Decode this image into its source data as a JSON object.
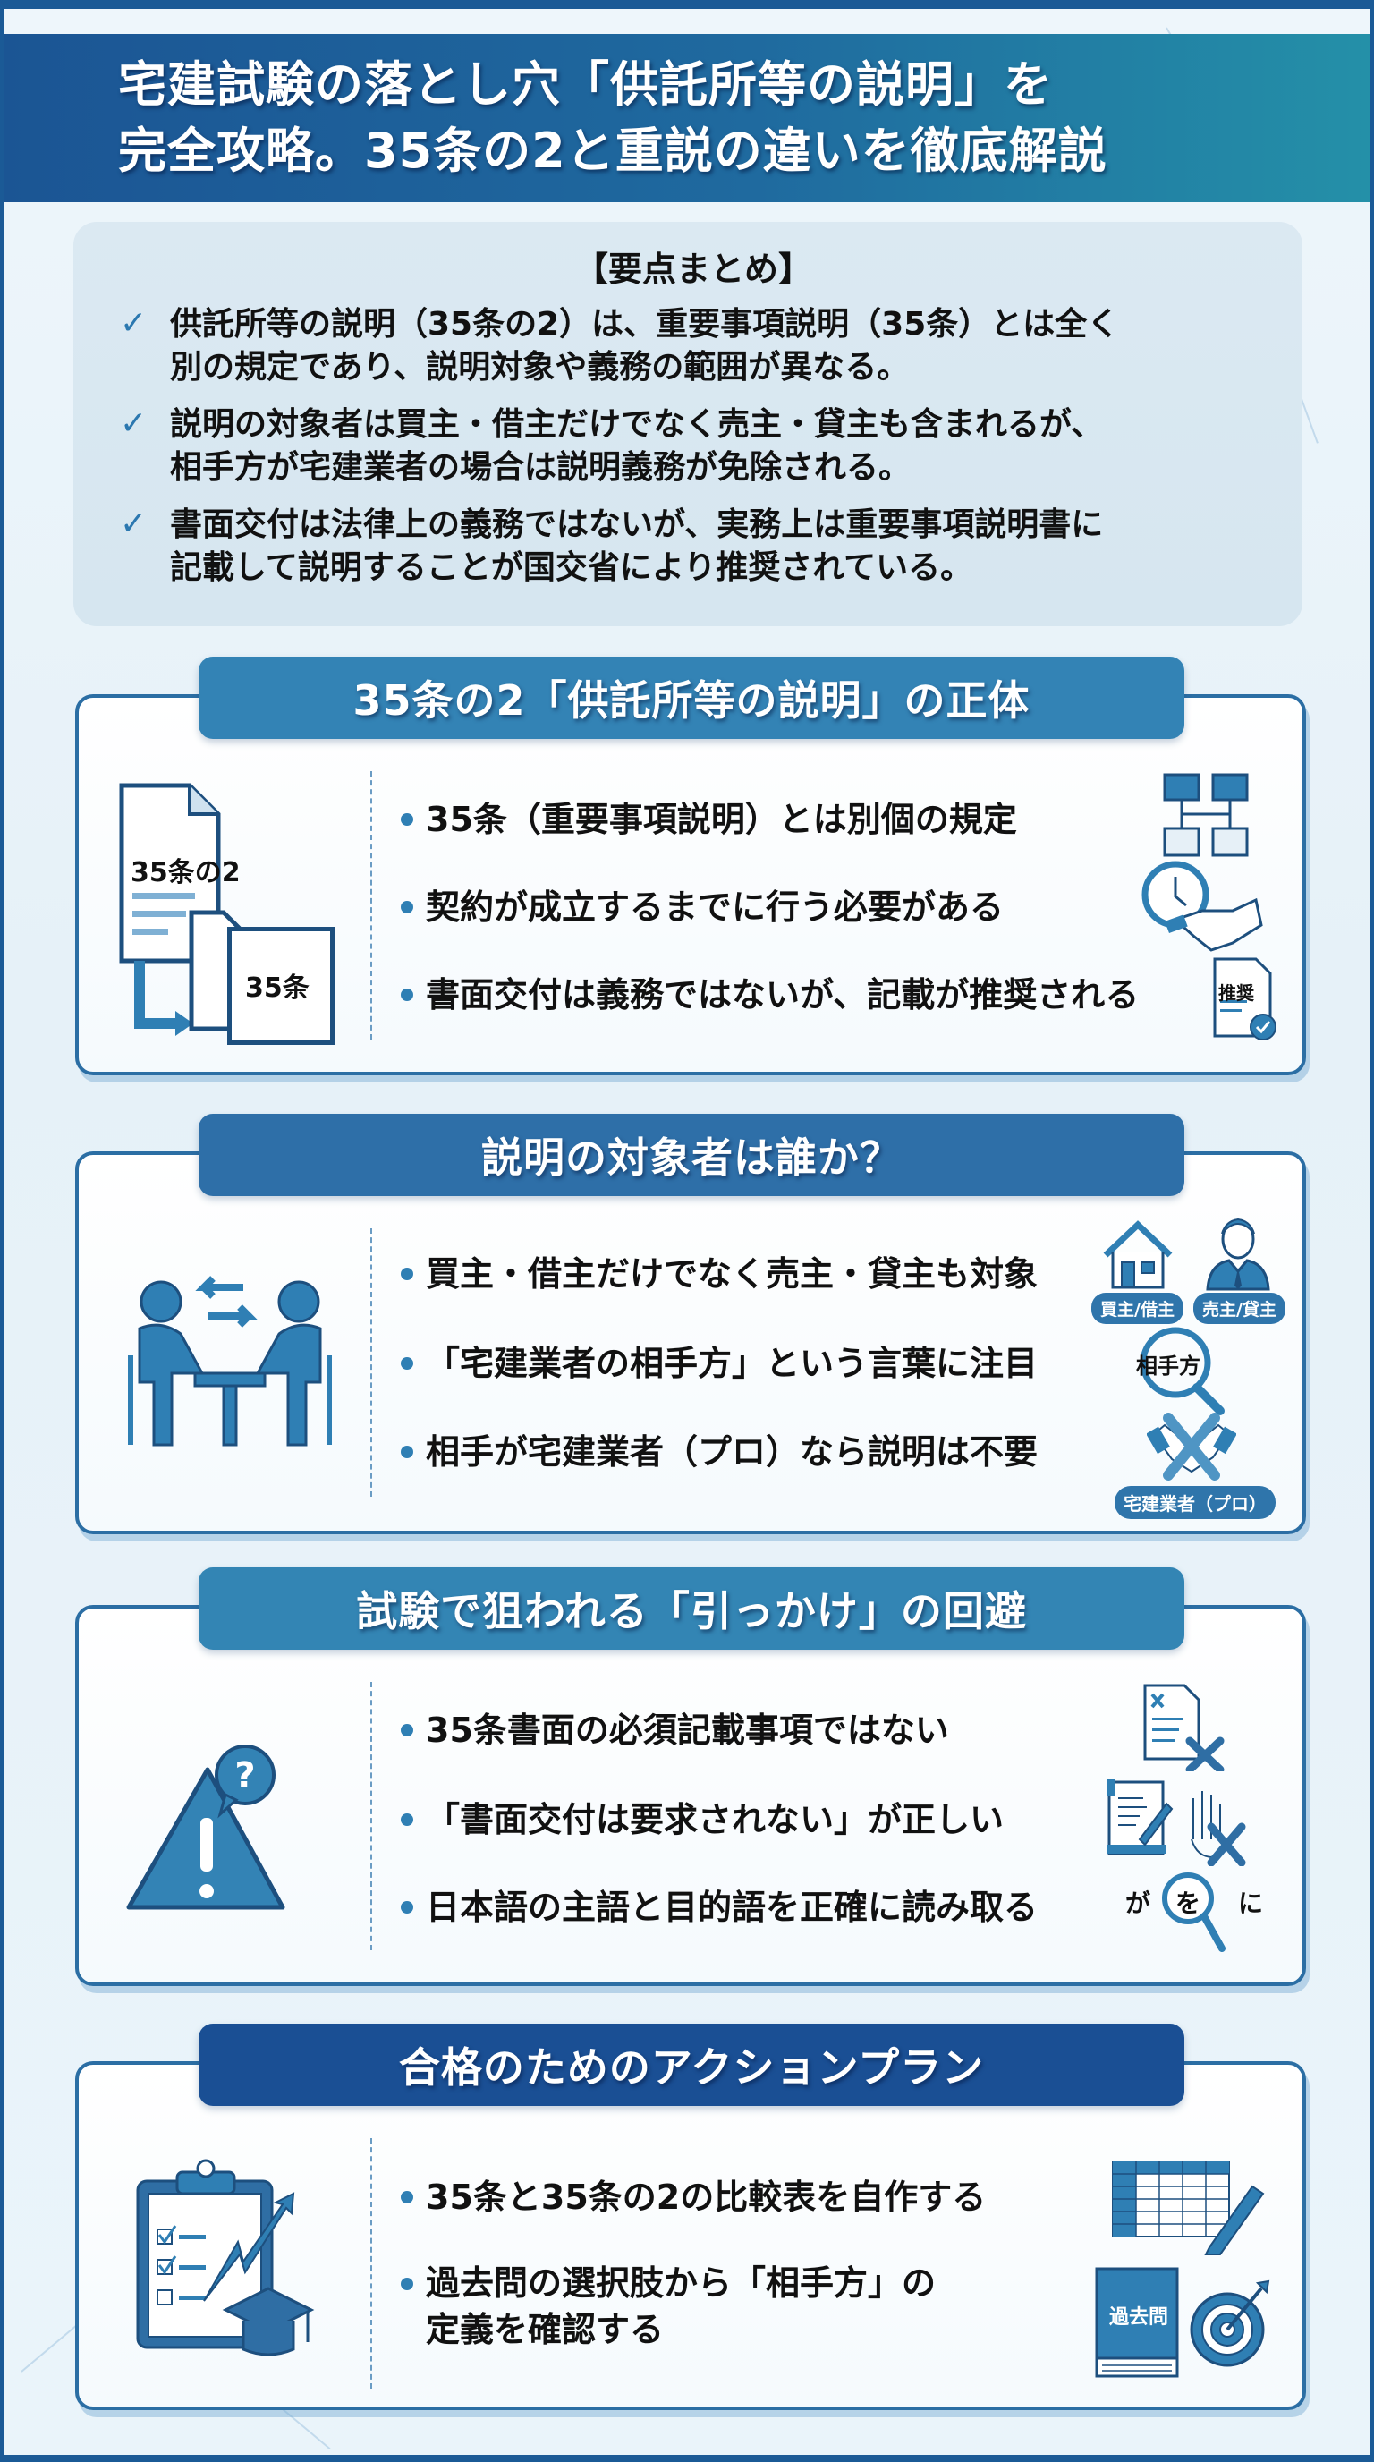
{
  "title": {
    "line1": "宅建試験の落とし穴「供託所等の説明」を",
    "line2": "完全攻略。35条の2と重説の違いを徹底解説"
  },
  "summary": {
    "heading": "【要点まとめ】",
    "items": [
      {
        "icon": "check-icon",
        "text": "供託所等の説明（35条の2）は、重要事項説明（35条）とは全く別の規定であり、説明対象や義務の範囲が異なる。"
      },
      {
        "icon": "check-icon",
        "text": "説明の対象者は買主・借主だけでなく売主・貸主も含まれるが、相手方が宅建業者の場合は説明義務が免除される。"
      },
      {
        "icon": "check-icon",
        "text": "書面交付は法律上の義務ではないが、実務上は重要事項説明書に記載して説明することが国交省により推奨されている。"
      }
    ],
    "lines": [
      [
        "供託所等の説明（35条の2）は、重要事項説明（35条）とは全く",
        "別の規定であり、説明対象や義務の範囲が異なる。"
      ],
      [
        "説明の対象者は買主・借主だけでなく売主・貸主も含まれるが、",
        "相手方が宅建業者の場合は説明義務が免除される。"
      ],
      [
        "書面交付は法律上の義務ではないが、実務上は重要事項説明書に",
        "記載して説明することが国交省により推奨されている。"
      ]
    ]
  },
  "sections": [
    {
      "header": "35条の2「供託所等の説明」の正体",
      "header_color": "#3383b5",
      "main_icon": "documents-35-icon",
      "doc_labels": {
        "back": "35条の2",
        "front": "35条"
      },
      "bullets": [
        {
          "text": "35条（重要事項説明）とは別個の規定",
          "icon": "flowchart-icon"
        },
        {
          "text": "契約が成立するまでに行う必要がある",
          "icon": "clock-handshake-icon"
        },
        {
          "text": "書面交付は義務ではないが、記載が推奨される",
          "icon": "recommended-document-icon",
          "icon_label": "推奨"
        }
      ]
    },
    {
      "header": "説明の対象者は誰か？",
      "header_color": "#2e6fa8",
      "main_icon": "meeting-people-icon",
      "bullets": [
        {
          "text": "買主・借主だけでなく売主・貸主も対象",
          "icons": [
            "house-icon",
            "person-icon"
          ],
          "badges": [
            "買主/借主",
            "売主/貸主"
          ]
        },
        {
          "text": "「宅建業者の相手方」という言葉に注目",
          "icon": "magnifier-icon",
          "icon_label": "相手方"
        },
        {
          "text": "相手が宅建業者（プロ）なら説明は不要",
          "icon": "crossed-handshake-icon",
          "badge": "宅建業者（プロ）"
        }
      ]
    },
    {
      "header": "試験で狙われる「引っかけ」の回避",
      "header_color": "#3385b4",
      "main_icon": "warning-question-icon",
      "bullets": [
        {
          "text": "35条書面の必須記載事項ではない",
          "icon": "document-x-icon"
        },
        {
          "text": "「書面交付は要求されない」が正しい",
          "icon": "scroll-hand-x-icon"
        },
        {
          "text": "日本語の主語と目的語を正確に読み取る",
          "icon": "magnifier-particles-icon",
          "particles": [
            "が",
            "を",
            "に"
          ]
        }
      ]
    },
    {
      "header": "合格のためのアクションプラン",
      "header_color": "#1a4f94",
      "main_icon": "clipboard-graduation-icon",
      "bullets": [
        {
          "text": "35条と35条の2の比較表を自作する",
          "icon": "table-pencil-icon"
        },
        {
          "text": "過去問の選択肢から「相手方」の",
          "text2": "定義を確認する",
          "icons": [
            "book-icon",
            "target-icon"
          ],
          "book_label": "過去問"
        }
      ]
    }
  ],
  "colors": {
    "frame": "#1b5a96",
    "title_gradient_start": "#1b5594",
    "title_gradient_end": "#2490a8",
    "card_border": "#2b6ea4",
    "accent": "#2f7fb4",
    "summary_bg": "#d8e7f1"
  }
}
